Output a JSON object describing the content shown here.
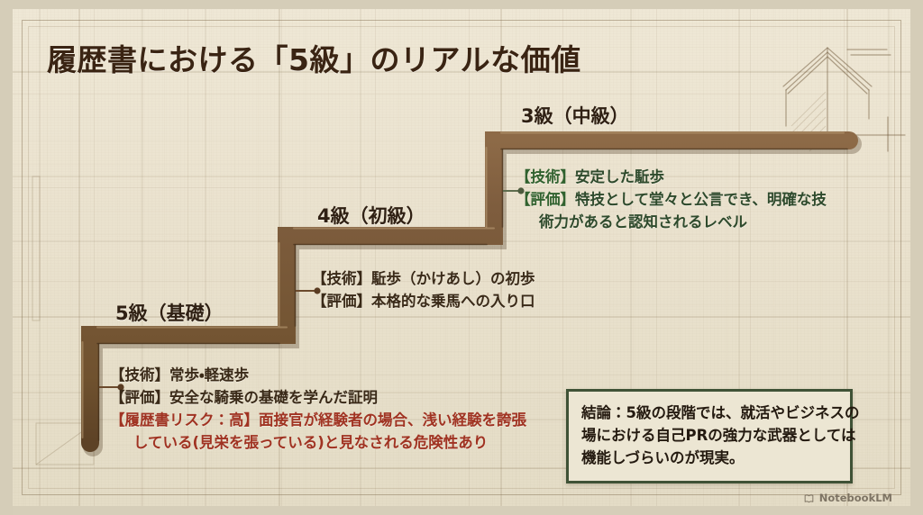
{
  "title": "履歴書における「5級」のリアルな価値",
  "colors": {
    "paper": "#eae2ce",
    "stair_fill": "#7a5a3c",
    "stair_edge_light": "#9c7a55",
    "stair_edge_dark": "#4e3venue",
    "title_text": "#3a2413",
    "body_text": "#3a2a18",
    "green_text": "#2e4a2c",
    "risk_red": "#a03322",
    "conclusion_border": "#3f5236"
  },
  "tiers": [
    {
      "id": "tier-3",
      "label": "3級（中級）",
      "annotations": [
        {
          "tag": "【技術】",
          "text": "安定した駈歩",
          "style": "green"
        },
        {
          "tag": "【評価】",
          "text": "特技として堂々と公言でき、明確な技",
          "style": "green-eval"
        },
        {
          "tag": "",
          "text": "術力があると認知されるレベル",
          "style": "green-cont"
        }
      ]
    },
    {
      "id": "tier-4",
      "label": "4級（初級）",
      "annotations": [
        {
          "tag": "【技術】",
          "text": "駈歩（かけあし）の初歩",
          "style": "brown"
        },
        {
          "tag": "【評価】",
          "text": "本格的な乗馬への入り口",
          "style": "brown"
        }
      ]
    },
    {
      "id": "tier-5",
      "label": "5級（基礎）",
      "annotations": [
        {
          "tag": "【技術】",
          "text": "常歩・軽速歩",
          "style": "brown"
        },
        {
          "tag": "【評価】",
          "text": "安全な騎乗の基礎を学んだ証明",
          "style": "brown"
        },
        {
          "tag": "【履歴書リスク：高】",
          "text": "面接官が経験者の場合、浅い経験を誇張",
          "style": "risk"
        },
        {
          "tag": "",
          "text": "している(見栄を張っている)と見なされる危険性あり",
          "style": "risk-cont"
        }
      ]
    }
  ],
  "tier_3": {
    "label": "3級（中級）",
    "line1_tag": "【技術】",
    "line1_text": "安定した駈歩",
    "line2_tag": "【評価】",
    "line2_text": "特技として堂々と公言でき、明確な技",
    "line3_text": "術力があると認知されるレベル"
  },
  "tier_4": {
    "label": "4級（初級）",
    "line1_tag": "【技術】",
    "line1_text": "駈歩（かけあし）の初歩",
    "line2_tag": "【評価】",
    "line2_text": "本格的な乗馬への入り口"
  },
  "tier_5": {
    "label": "5級（基礎）",
    "line1_tag": "【技術】",
    "line1_text": "常歩・軽速歩",
    "line2_tag": "【評価】",
    "line2_text": "安全な騎乗の基礎を学んだ証明",
    "line3_tag": "【履歴書リスク：高】",
    "line3_text": "面接官が経験者の場合、浅い経験を誇張",
    "line4_text": "している(見栄を張っている)と見なされる危険性あり"
  },
  "conclusion": {
    "line1": "結論：5級の段階では、就活やビジネスの",
    "line2": "場における自己PRの強力な武器としては",
    "line3": "機能しづらいのが現実。"
  },
  "watermark": {
    "label": "NotebookLM",
    "icon": "notebooklm-logo-icon"
  }
}
